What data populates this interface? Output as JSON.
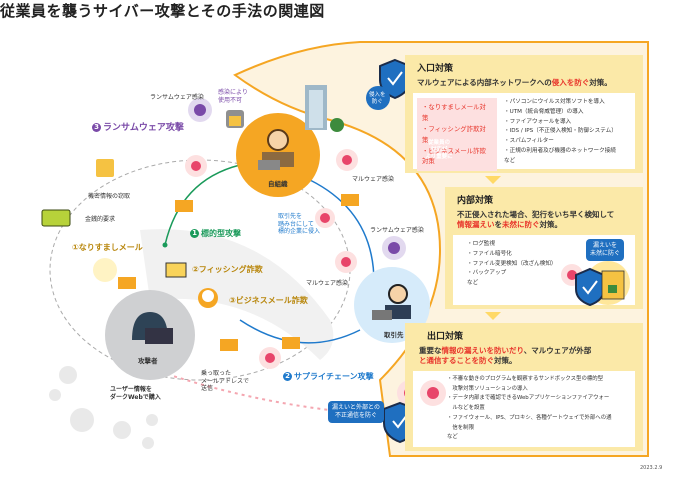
{
  "title": "従業員を襲うサイバー攻撃とその手法の関連図",
  "date": "2023.2.9",
  "nodes": {
    "self_org": "自組織",
    "partner": "取引先",
    "attacker": "攻撃者"
  },
  "attacks": {
    "targeted": {
      "num": "1",
      "label": "標的型攻撃"
    },
    "supply_chain": {
      "num": "2",
      "label": "サプライチェーン攻撃"
    },
    "ransomware": {
      "num": "3",
      "label": "ランサムウェア攻撃"
    },
    "spoofing": "①なりすましメール",
    "phishing": "②フィッシング詐欺",
    "bec": "③ビジネスメール詐欺"
  },
  "labels": {
    "ransom_infection_top": "ランサムウェア感染",
    "unusable": [
      "感染により",
      "使用不可"
    ],
    "theft": "機密情報の窃取",
    "ransom_demand": "金銭的要求",
    "malware_infection_org": "マルウェア感染",
    "partner_stepping": [
      "取引先を",
      "踏み台にして",
      "標的企業に侵入"
    ],
    "ransom_infection_partner": "ランサムウェア感染",
    "malware_infection_partner": "マルウェア感染",
    "hijacked_mail": [
      "乗っ取った",
      "メールアドレスで",
      "送信"
    ],
    "darkweb": [
      "ユーザー情報を",
      "ダークWebで購入"
    ],
    "prevent_intrusion": [
      "侵入を",
      "防ぐ"
    ],
    "prevent_leak_comm": [
      "漏えいと外部との",
      "不正通信を防ぐ"
    ]
  },
  "entrance": {
    "heading": "入口対策",
    "desc_pre": "マルウェアによる内部ネットワークへの",
    "desc_red": "侵入を防ぐ",
    "desc_post": "対策。",
    "employee_items": [
      "・なりすましメール対策",
      "・フィッシング詐欺対策",
      "・ビジネスメール詐欺対策"
    ],
    "employee_note": [
      "従業員の",
      "対応が",
      "より重要に"
    ],
    "items": [
      "・パソコンにウイルス対策ソフトを導入",
      "・UTM（統合脅威管理）の導入",
      "・ファイアウォールを導入",
      "・IDS / IPS（不正侵入検知・防御システム）",
      "・スパムフィルター",
      "・正規の利用者及び機器のネットワーク接続",
      "など"
    ]
  },
  "internal": {
    "heading": "内部対策",
    "desc_line1": "不正侵入された場合、犯行をいち早く検知して",
    "desc_red1": "情報漏えい",
    "desc_mid": "を",
    "desc_red2": "未然に防ぐ",
    "desc_post": "対策。",
    "items": [
      "・ログ監視",
      "・ファイル暗号化",
      "・ファイル変更検知（改ざん検知）",
      "・バックアップ",
      "など"
    ],
    "callout": [
      "漏えいを",
      "未然に防ぐ"
    ]
  },
  "exit": {
    "heading": "出口対策",
    "desc_pre": "重要な",
    "desc_red1": "情報の漏えいを防いだり",
    "desc_mid": "、マルウェアが外部",
    "desc_red2": "と通信することを防ぐ",
    "desc_post": "対策。",
    "items": [
      "・不審な動きのプログラムを観察するサンドボックス型の標的型",
      "　攻撃対策ソリューションの導入",
      "・データ内部まで確認できるWebアプリケーションファイアウォー",
      "　ルなどを設置",
      "・ファイウォール、IPS、プロキシ、各種ゲートウェイで外部への通",
      "　信を制限",
      "など"
    ]
  },
  "colors": {
    "orange": "#f5a623",
    "panel_yellow": "#fbe9a8",
    "cream": "#fdf3df",
    "red": "#e8352b",
    "purple": "#7a4aa8",
    "green": "#1a9a5a",
    "blue": "#1f7acc"
  }
}
